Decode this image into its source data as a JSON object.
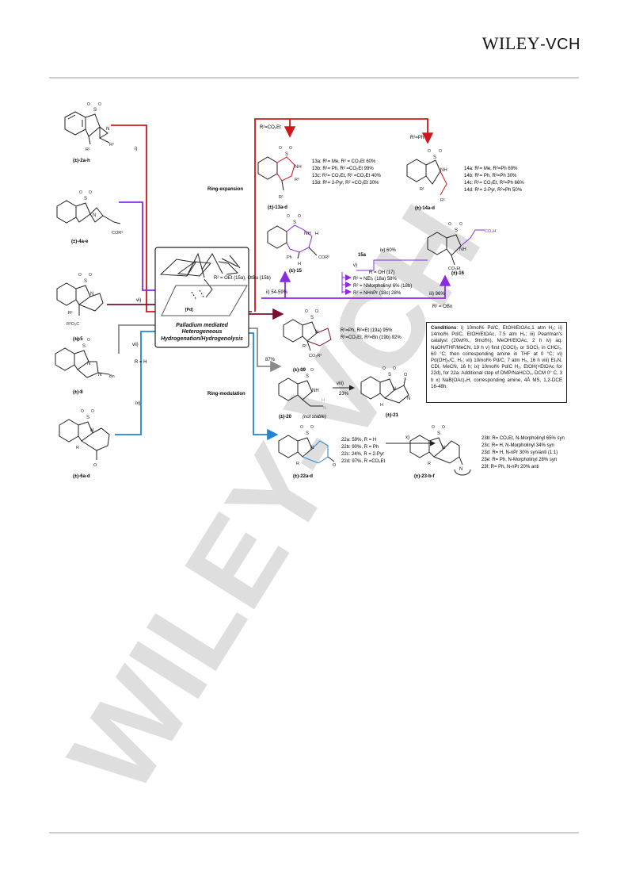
{
  "brand": {
    "wiley": "WILEY",
    "vch": "-VCH"
  },
  "hub": {
    "line1": "Palladium mediated",
    "line2": "Heterogeneous",
    "line3": "Hydrogenation/Hydrogenolysis",
    "pd": "[Pd]"
  },
  "left_compounds": [
    {
      "id": "(±)-2a-h",
      "reagent": "i)"
    },
    {
      "id": "(±)-4a-e"
    },
    {
      "id": "(±)-5",
      "reagent": "vi)"
    },
    {
      "id": "(±)-8",
      "reagent": "vii)",
      "note": "R = H"
    },
    {
      "id": "(±)-6a-d",
      "reagent": "ix)"
    }
  ],
  "labels": {
    "ring_expansion": "Ring-expansion",
    "ring_modulation": "Ring-modulation",
    "r2_co2et": "R²=CO₂Et",
    "r2_ph": "R²=Ph",
    "c13": "(±)-13a-d",
    "c14": "(±)-14a-d",
    "c15": "(±)-15",
    "c16": "(±)-16",
    "c19": "(±)-19",
    "c20": "(±)-20",
    "not_stable": "(not stable)",
    "c21": "(±)-21",
    "c22": "(±)-22a-d",
    "c23": "(±)-23-b-f",
    "r2_15": "R² = OEt (15a), OtBu (15b)",
    "ii_yield": "ii)  54-59%",
    "iv_yield": "iv)  60%",
    "c15a": "15a",
    "v_label": "v)",
    "r_oh": "R = OH (17)",
    "r_net2": "R² = NEt₂ (18a)  58%",
    "r_morph": "R² = NMorpholinyl 6% (18b)",
    "r_nhpr": "R² = NHnPr (18c) 28%",
    "iii_yield": "iii)  96%",
    "r2_obn": "R² = OBn",
    "pct87": "87%",
    "viii": "viii)",
    "pct23": "23%",
    "x_label": "x)"
  },
  "series13": [
    "13a: R¹= Me, R² = CO₂Et 60%",
    "13b: R¹= Ph, R² =CO₂Et 99%",
    "13c: R¹= CO₂Et, R² =CO₂Et 40%",
    "13d: R¹= 2-Pyr, R² =CO₂Et 30%"
  ],
  "series14": [
    "14a: R¹= Me, R²=Ph 69%",
    "14b: R¹= Ph, R²=Ph 30%",
    "14c: R¹= CO₂Et, R²=Ph 66%",
    "14d: R¹= 2-Pyr, R²=Ph 50%"
  ],
  "series19": [
    "R¹=Ph, R²=Et (19a) 95%",
    "R¹=CO₂Et, R²=Bn (19b) 92%"
  ],
  "series22": [
    "22a: 59%, R = H",
    "22b: 90%, R = Ph",
    "22c: 24%, R = 2-Pyr",
    "22d: 97%, R =CO₂Et"
  ],
  "series23": [
    "23b: R= CO₂Et, N-Morpholinyl 65% syn",
    "23c: R= H, N-Morpholinyl 34% syn",
    "23d: R= H, N-nPr 30%  syn/anti (1:1)",
    "23e: R= Ph, N-Morpholinyl 28% syn",
    "23f: R= Ph, N-nPr  20% anti"
  ],
  "conditions": {
    "title": "Conditions",
    "text": ": i) 10mol% Pd/C, EtOH/EtOAc,1 atm H₂; ii) 14mol% Pd/C, EtOH/EtOAc, 7.5 atm H₂; iii) Pearlman's catalyst (20wt%., 9mol%), MeOH/EtOAc, 2 h iv) aq. NaOH/THF/MeCN, 19 h v) first (COCl)₂ or SOCl₂ in CHCl₃, 60 °C; then corresponding amine in THF at 0 °C; vi) Pd(OH)₂/C, H₂; vii) 10mol% Pd/C, 7 atm H₂, 16 h viii) Et₃N, CDI, MeCN, 16 h; ix) 10mol% Pd/C H₂, EtOH(+EtOAc for 22d), for 22a: Additional step of DMP/NaHCO₃, DCM 0° C, 3 h x) NaB(OAc)₃H, corresponding amine, 4Å MS, 1,2-DCE 16-48h."
  },
  "watermark": "WILEY-VCH",
  "colors": {
    "red": "#d0151b",
    "purple": "#8a2be2",
    "maroon": "#7a1030",
    "grey": "#8a8a8a",
    "blue": "#1f86d6",
    "watermark": "#d9d9d9"
  }
}
